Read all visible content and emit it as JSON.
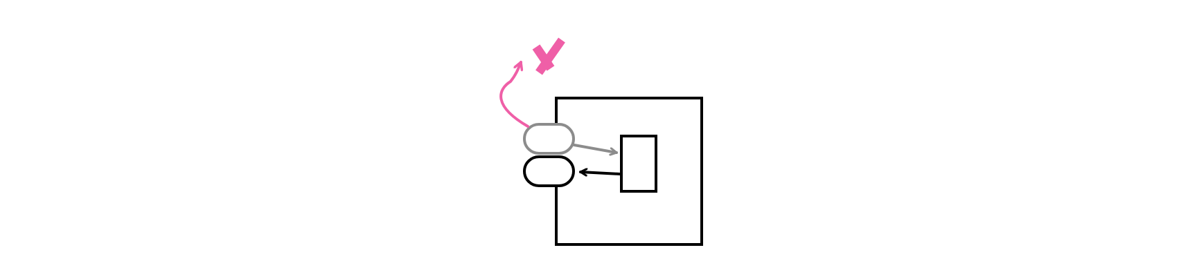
{
  "diagram": {
    "elements": [
      {
        "id": "outer-box",
        "kind": "rectangle",
        "stroke": "#000000"
      },
      {
        "id": "inner-box",
        "kind": "rectangle",
        "stroke": "#000000"
      },
      {
        "id": "port-upper",
        "kind": "rounded-oval",
        "stroke": "#8c8c8c",
        "state": "removed"
      },
      {
        "id": "port-lower",
        "kind": "rounded-oval",
        "stroke": "#000000",
        "state": "active"
      }
    ],
    "connections": [
      {
        "from": "port-upper",
        "to": "inner-box",
        "color": "#8c8c8c"
      },
      {
        "from": "inner-box",
        "to": "port-lower",
        "color": "#000000"
      },
      {
        "from": "port-upper",
        "to": "cross-mark",
        "color": "#ef5fa7",
        "style": "curved"
      }
    ],
    "marks": [
      {
        "id": "cross-mark",
        "icon": "x-mark",
        "color": "#ef5fa7"
      }
    ],
    "colors": {
      "accent": "#ef5fa7",
      "muted": "#8c8c8c",
      "ink": "#000000",
      "background": "#ffffff"
    }
  }
}
